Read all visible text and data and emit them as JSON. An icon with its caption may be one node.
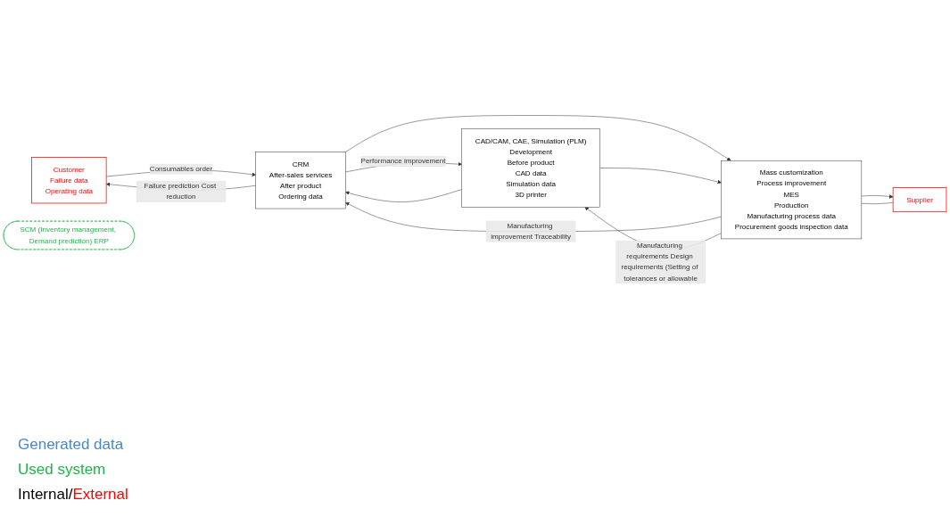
{
  "diagram": {
    "nodes": [
      {
        "text": [
          "Customer",
          "Failure data",
          "Operating data"
        ]
      },
      {
        "text": [
          "CRM",
          "After-sales services",
          "After product",
          "Ordering data"
        ]
      },
      {
        "text": [
          "CAD/CAM, CAE, Simulation (PLM)",
          "Development",
          "Before product",
          "CAD data",
          "Simulation data",
          "3D printer"
        ]
      },
      {
        "text": [
          "Mass customization",
          "Process improvement",
          "MES",
          "Production",
          "Manufacturing process data",
          "Procurement goods inspection data"
        ]
      },
      {
        "text": [
          "Supplier"
        ]
      },
      {
        "text": [
          "SCM (Inventory management, Demand prediction) ERP"
        ]
      }
    ],
    "edges": [
      {
        "from": 1,
        "to": 0,
        "arrow": "to",
        "label": "Failure prediction Cost reduction"
      },
      {
        "from": 0,
        "to": 1,
        "arrow": "to",
        "label": "Consumables order"
      },
      {
        "from": 1,
        "to": 2,
        "arrow": "to",
        "label": "Performance improvement"
      },
      {
        "from": 2,
        "to": 1,
        "arrow": "to"
      },
      {
        "from": 3,
        "to": 1,
        "arrow": "to",
        "label": "Manufacturing improvement Traceability"
      },
      {
        "from": 1,
        "to": 3,
        "arrow": "to"
      },
      {
        "from": 3,
        "to": 2,
        "arrow": "to",
        "label": "Manufacturing requirements Design requirements (Setting of tolerances or allowable"
      },
      {
        "from": 2,
        "to": 3,
        "arrow": "to"
      },
      {
        "from": 3,
        "to": 4,
        "arrow": "to"
      },
      {
        "from": 4,
        "to": 3,
        "arrow": "none"
      }
    ],
    "legend": [
      {
        "text": "Generated data",
        "color": "#4a86c8"
      },
      {
        "text": "Used system",
        "color": "#22b24c"
      },
      {
        "text": "Internal/",
        "color": "#000000"
      },
      {
        "text": "External",
        "color": "#ff0000"
      }
    ]
  }
}
